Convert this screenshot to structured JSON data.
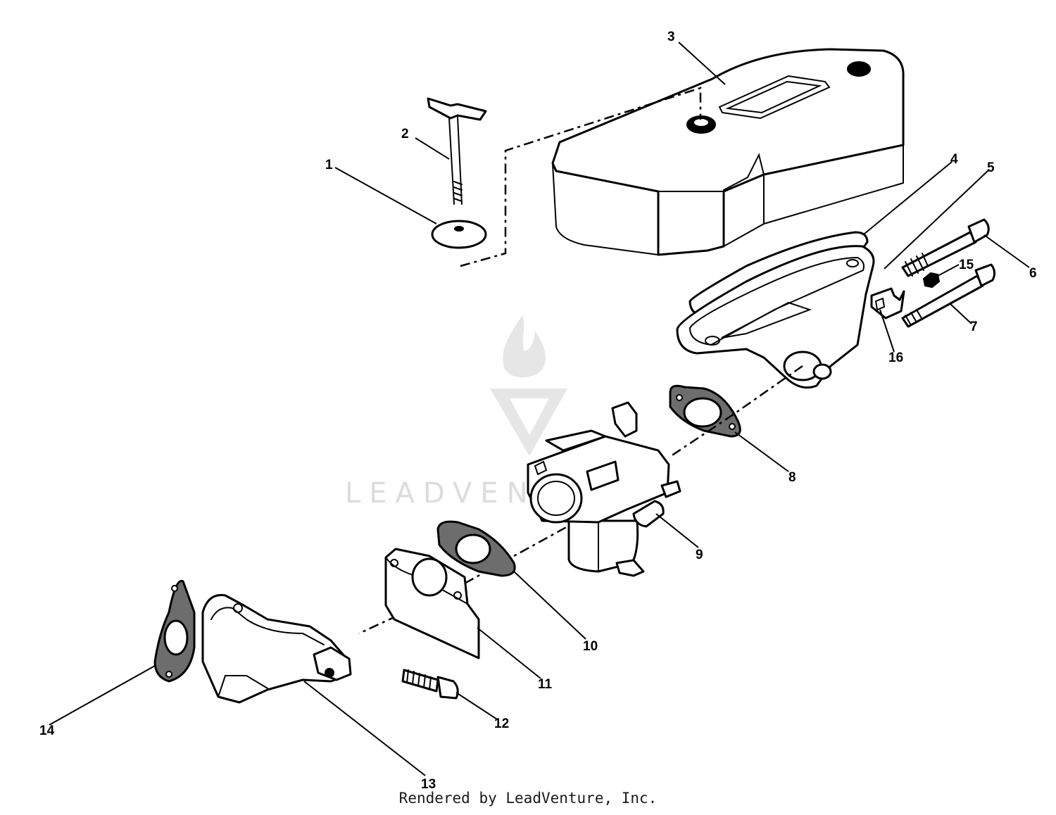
{
  "callouts": [
    "1",
    "2",
    "3",
    "4",
    "5",
    "6",
    "7",
    "8",
    "9",
    "10",
    "11",
    "12",
    "13",
    "14",
    "15",
    "16"
  ],
  "watermark": {
    "brand_text": "LEADVENTURE",
    "color": "#dcdcdc"
  },
  "footer": {
    "credit": "Rendered by LeadVenture, Inc."
  },
  "colors": {
    "line": "#000000",
    "background": "#ffffff",
    "gasket_fill": "#6d6d6d"
  }
}
